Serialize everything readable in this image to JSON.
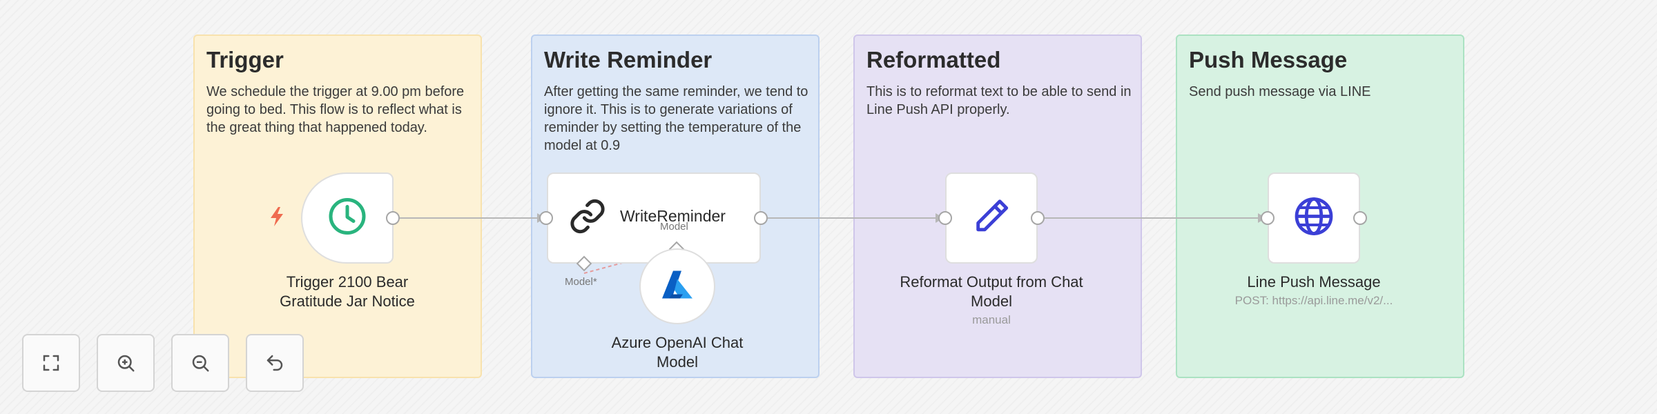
{
  "groups": [
    {
      "title": "Trigger",
      "description": "We schedule the trigger at 9.00 pm before going to bed. This flow is to reflect what is the great thing that happened today.",
      "color": "#fdf2d6"
    },
    {
      "title": "Write Reminder",
      "description": "After getting the same reminder, we tend to ignore it. This is to generate variations of reminder by setting the temperature of the model at 0.9",
      "color": "#dde8f7"
    },
    {
      "title": "Reformatted",
      "description": "This is to reformat text to be able to send in Line Push API properly.",
      "color": "#e6e1f4"
    },
    {
      "title": "Push Message",
      "description": "Send push message via LINE",
      "color": "#d7f2e2"
    }
  ],
  "nodes": {
    "trigger": {
      "label": "Trigger 2100 Bear Gratitude Jar Notice",
      "icon": "clock-icon"
    },
    "write": {
      "label": "WriteReminder",
      "icon": "link-icon",
      "model_handle_label": "Model*"
    },
    "azure": {
      "label": "Azure OpenAI Chat Model",
      "icon": "azure-logo",
      "handle_label": "Model"
    },
    "reformat": {
      "label": "Reformat Output from Chat Model",
      "sublabel": "manual",
      "icon": "pencil-icon"
    },
    "push": {
      "label": "Line Push Message",
      "sublabel": "POST: https://api.line.me/v2/...",
      "icon": "globe-icon"
    }
  },
  "controls": {
    "fit": "fit-view-icon",
    "zoom_in": "zoom-in-icon",
    "zoom_out": "zoom-out-icon",
    "undo": "undo-icon"
  },
  "colors": {
    "clock": "#29b47e",
    "pencil": "#3b3fd6",
    "globe": "#3b3fd6",
    "trigger_bolt": "#ef6b4f"
  }
}
